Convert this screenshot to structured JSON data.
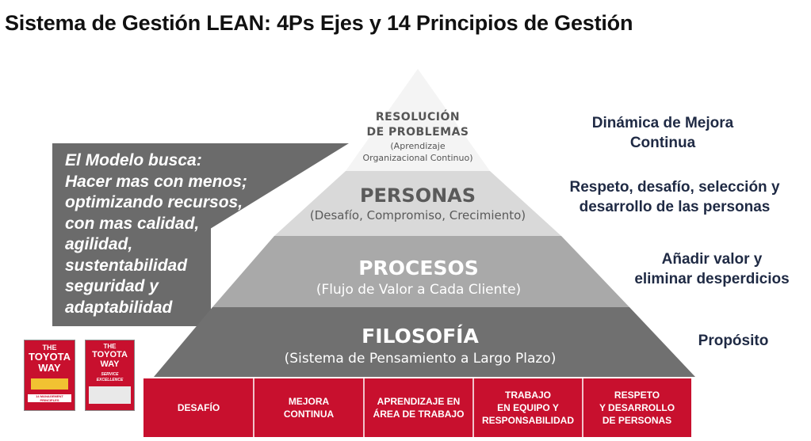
{
  "title": "Sistema de Gestión LEAN: 4Ps Ejes y 14 Principios de Gestión",
  "pyramid": {
    "apex": {
      "line1": "RESOLUCIÓN",
      "line2": "DE PROBLEMAS",
      "line3": "(Aprendizaje",
      "line4": "Organizacional Continuo)"
    },
    "personas": {
      "name": "PERSONAS",
      "sub": "(Desafío, Compromiso, Crecimiento)"
    },
    "procesos": {
      "name": "PROCESOS",
      "sub": "(Flujo de Valor a Cada Cliente)"
    },
    "filosofia": {
      "name": "FILOSOFÍA",
      "sub": "(Sistema de Pensamiento a Largo Plazo)"
    }
  },
  "right_labels": {
    "apex": {
      "line1": "Dinámica de Mejora",
      "line2": "Continua"
    },
    "personas": {
      "line1": "Respeto, desafío, selección y",
      "line2": "desarrollo de las personas"
    },
    "procesos": {
      "line1": "Añadir valor y",
      "line2": "eliminar desperdicios"
    },
    "filosofia": {
      "line1": "Propósito"
    }
  },
  "model_box": {
    "lines": [
      "El Modelo busca:",
      "Hacer mas con menos;",
      "optimizando recursos,",
      "con mas calidad,",
      "agilidad,",
      "sustentabilidad",
      "seguridad y",
      "adaptabilidad"
    ]
  },
  "base_row": [
    "DESAFÍO",
    "MEJORA\nCONTINUA",
    "APRENDIZAJE EN\nÁREA DE TRABAJO",
    "TRABAJO\nEN EQUIPO Y\nRESPONSABILIDAD",
    "RESPETO\nY DESARROLLO\nDE PERSONAS"
  ],
  "books": [
    {
      "title1": "THE",
      "title2": "TOYOTA",
      "title3": "WAY",
      "caption": "14 MANAGEMENT PRINCIPLES"
    },
    {
      "title1": "THE",
      "title2": "TOYOTA",
      "title3": "WAY",
      "caption": "SERVICE EXCELLENCE"
    }
  ],
  "colors": {
    "red": "#c8102e",
    "dark_gray": "#6b6b6b",
    "apex": "#f3f3f3",
    "personas": "#d9d9d9",
    "procesos": "#a8a8a8",
    "filosofia": "#6e6e6e",
    "right_text": "#1f2a44"
  }
}
